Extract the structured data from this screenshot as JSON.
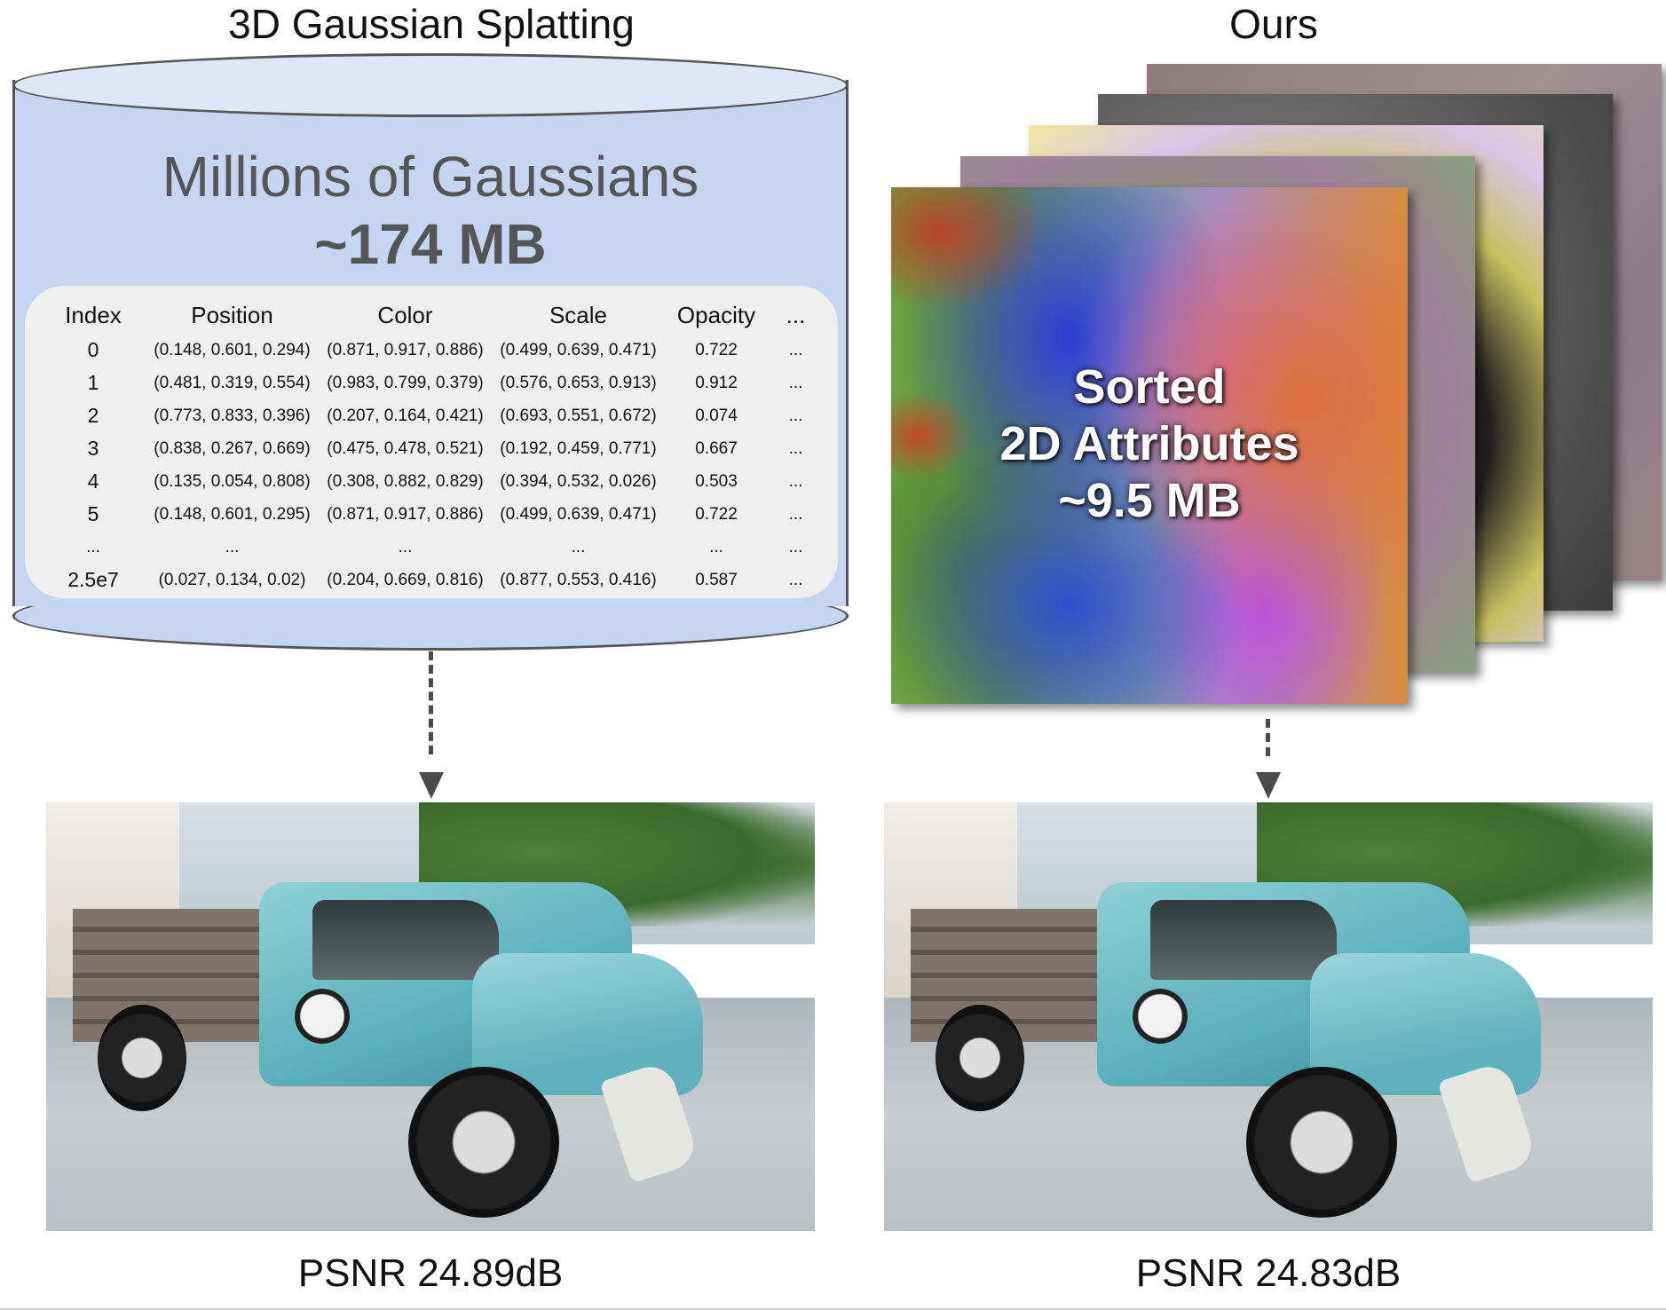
{
  "left_panel": {
    "title": "3D Gaussian Splatting",
    "db_heading": "Millions of Gaussians",
    "db_size": "~174 MB",
    "table": {
      "headers": [
        "Index",
        "Position",
        "Color",
        "Scale",
        "Opacity",
        "..."
      ],
      "rows": [
        [
          "0",
          "(0.148, 0.601, 0.294)",
          "(0.871, 0.917, 0.886)",
          "(0.499, 0.639, 0.471)",
          "0.722",
          "..."
        ],
        [
          "1",
          "(0.481, 0.319, 0.554)",
          "(0.983, 0.799, 0.379)",
          "(0.576, 0.653, 0.913)",
          "0.912",
          "..."
        ],
        [
          "2",
          "(0.773, 0.833, 0.396)",
          "(0.207, 0.164, 0.421)",
          "(0.693, 0.551, 0.672)",
          "0.074",
          "..."
        ],
        [
          "3",
          "(0.838, 0.267, 0.669)",
          "(0.475, 0.478, 0.521)",
          "(0.192, 0.459, 0.771)",
          "0.667",
          "..."
        ],
        [
          "4",
          "(0.135, 0.054, 0.808)",
          "(0.308, 0.882, 0.829)",
          "(0.394, 0.532, 0.026)",
          "0.503",
          "..."
        ],
        [
          "5",
          "(0.148, 0.601, 0.295)",
          "(0.871, 0.917, 0.886)",
          "(0.499, 0.639, 0.471)",
          "0.722",
          "..."
        ],
        [
          "...",
          "...",
          "...",
          "...",
          "...",
          "..."
        ],
        [
          "2.5e7",
          "(0.027, 0.134, 0.02)",
          "(0.204, 0.669, 0.816)",
          "(0.877, 0.553, 0.416)",
          "0.587",
          "..."
        ]
      ]
    },
    "psnr": "PSNR 24.89dB"
  },
  "right_panel": {
    "title": "Ours",
    "stack_lines": [
      "Sorted",
      "2D Attributes",
      "~9.5 MB"
    ],
    "psnr": "PSNR 24.83dB"
  },
  "colors": {
    "cylinder_fill": "#c6d6f2",
    "cylinder_top": "#dfe7f7",
    "table_fill": "#efefef",
    "arrow": "#4a4a4a"
  }
}
